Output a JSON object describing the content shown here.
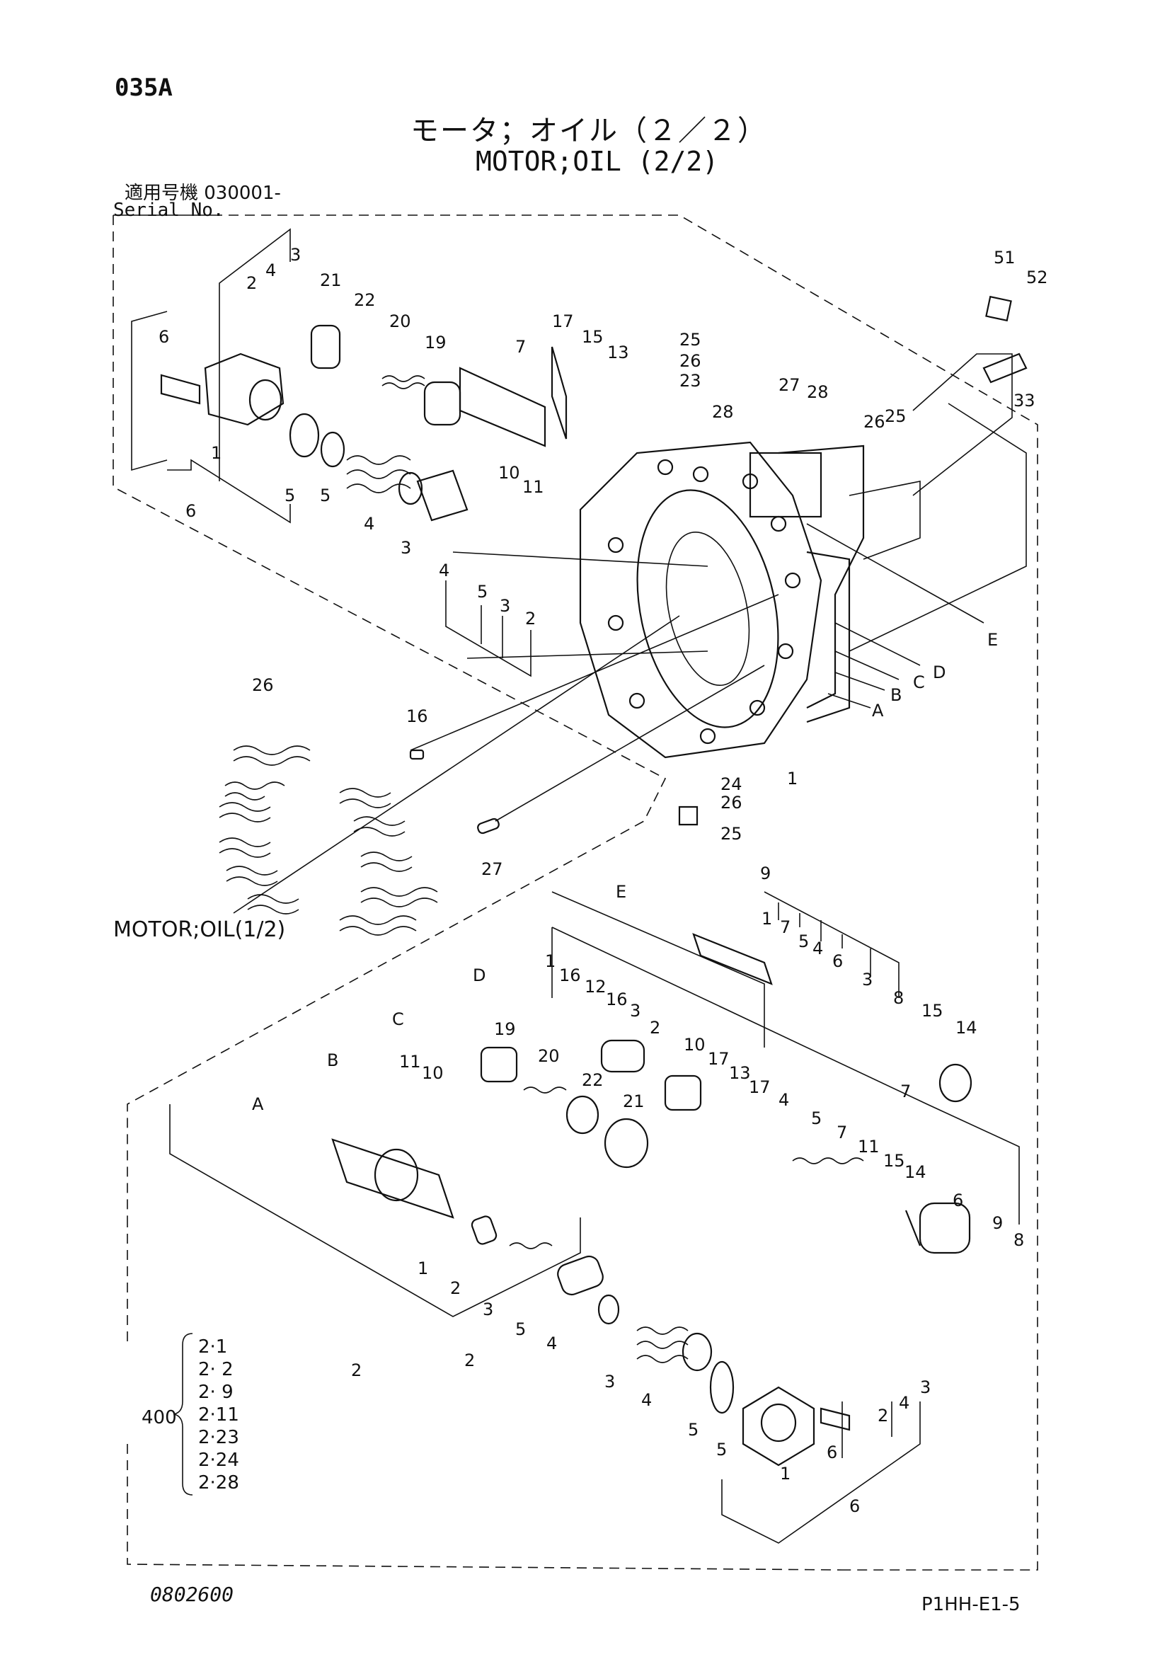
{
  "header": {
    "page_code": "035A",
    "title_jp": "モータ；オイル（２／２）",
    "title_en": "MOTOR;OIL (2/2)",
    "serial_label_jp": "適用号機 030001-",
    "serial_label_en": "Serial No."
  },
  "reference": {
    "label": "MOTOR;OIL(1/2)"
  },
  "footer": {
    "drawing_no": "0802600",
    "sheet_id": "P1HH-E1-5"
  },
  "kit": {
    "quantity": "400",
    "items": [
      "2·1",
      "2· 2",
      "2· 9",
      "2·11",
      "2·23",
      "2·24",
      "2·28"
    ]
  },
  "letters": [
    "A",
    "B",
    "C",
    "D",
    "E"
  ],
  "callouts": [
    "1",
    "2",
    "3",
    "4",
    "5",
    "6",
    "7",
    "8",
    "9",
    "10",
    "11",
    "12",
    "13",
    "14",
    "15",
    "16",
    "17",
    "19",
    "20",
    "21",
    "22",
    "23",
    "24",
    "25",
    "26",
    "27",
    "28",
    "33",
    "51",
    "52"
  ]
}
